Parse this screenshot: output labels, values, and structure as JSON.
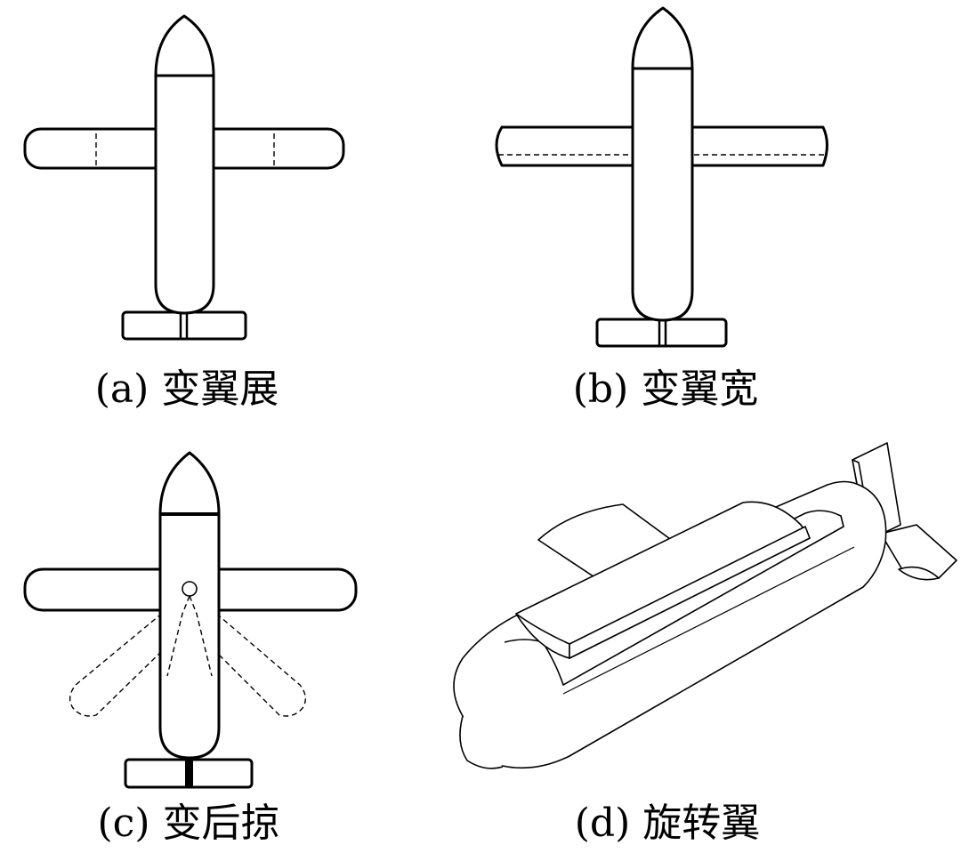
{
  "panels": {
    "a": {
      "caption": "(a) 变翼展"
    },
    "b": {
      "caption": "(b) 变翼宽"
    },
    "c": {
      "caption": "(c) 变后掠"
    },
    "d": {
      "caption": "(d) 旋转翼"
    }
  },
  "colors": {
    "line": "#000000",
    "background": "#ffffff"
  }
}
